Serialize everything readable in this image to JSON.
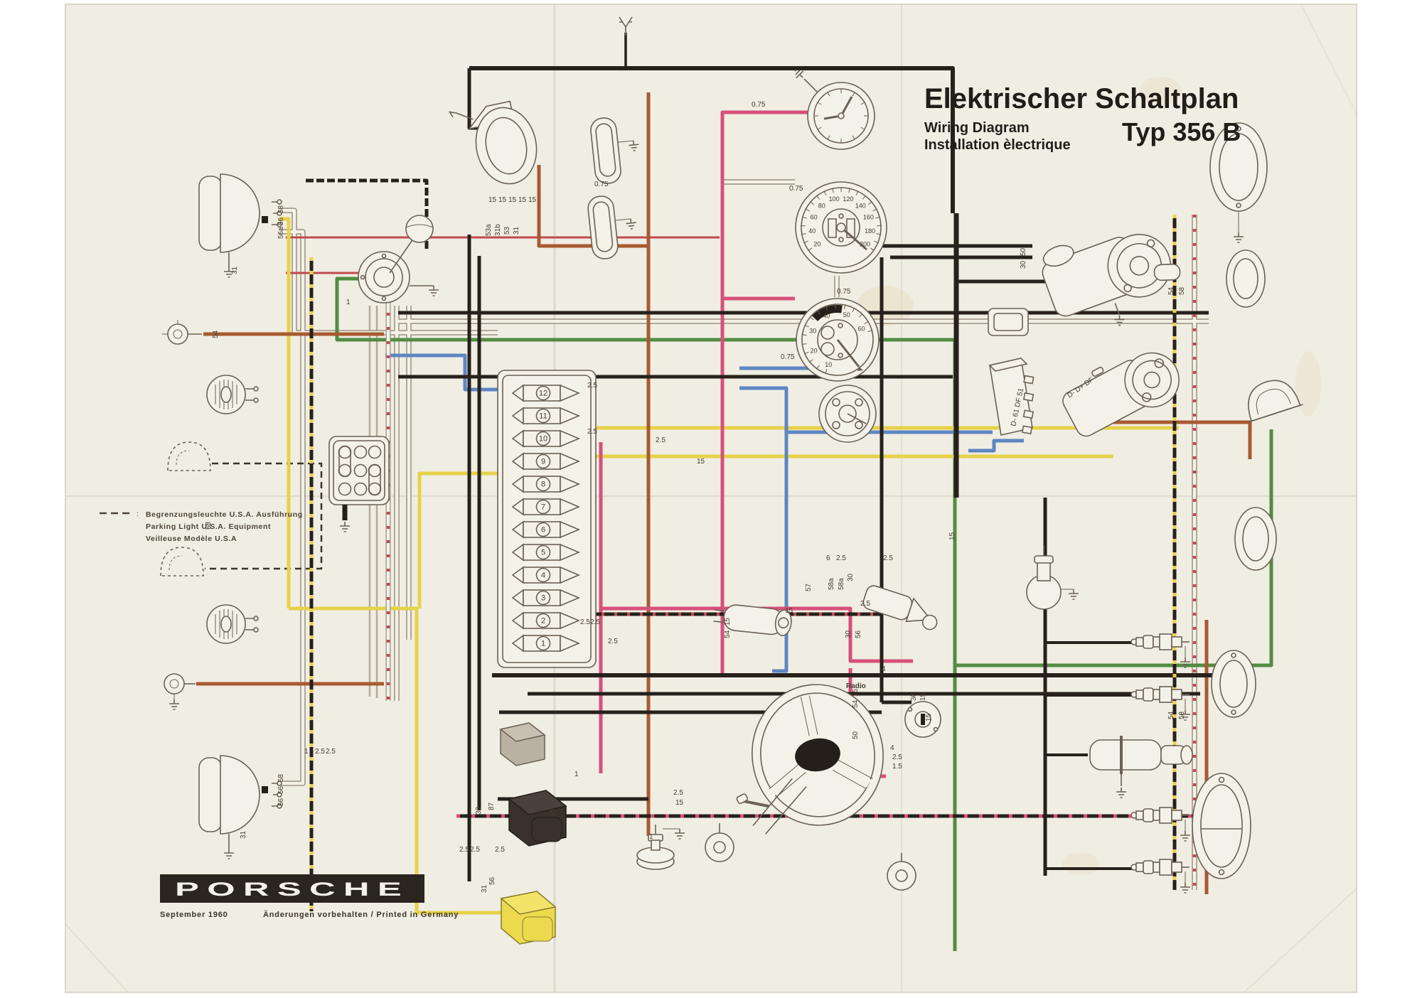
{
  "title": {
    "main": "Elektrischer Schaltplan",
    "sub1": "Wiring Diagram",
    "sub2": "Installation èlectrique",
    "type": "Typ 356 B"
  },
  "legend": {
    "colon": ":",
    "line1": "Begrenzungsleuchte U.S.A. Ausführung",
    "line2": "Parking Light U.S.A. Equipment",
    "line3": "Veilleuse Modèle U.S.A"
  },
  "footer": {
    "brand": "PORSCHE",
    "date": "September 1960",
    "note": "Änderungen vorbehalten / Printed in Germany"
  },
  "gauges": {
    "speedometer": {
      "labels": [
        "20",
        "40",
        "60",
        "80",
        "100",
        "120",
        "140",
        "160",
        "180",
        "200"
      ]
    },
    "tachometer": {
      "labels": [
        "10",
        "20",
        "30",
        "40",
        "50",
        "60"
      ]
    }
  },
  "fuse_box": {
    "numbers": [
      "1",
      "2",
      "3",
      "4",
      "5",
      "6",
      "7",
      "8",
      "9",
      "10",
      "11",
      "12"
    ]
  },
  "colors": {
    "paper": "#f0ede3",
    "wire_black": "#27211b",
    "wire_pink": "#d6517a",
    "wire_red": "#c04a50",
    "wire_yellow": "#e6d24a",
    "wire_green": "#528c43",
    "wire_blue": "#5e86c2",
    "wire_brown": "#a85a30",
    "wire_white": "#f4f1e7",
    "relay_yellow": "#ecd94e",
    "relay_black": "#39322b"
  },
  "diagram": {
    "radio_label": "Radio",
    "labels": [
      [
        "0.75",
        1057,
        150,
        0
      ],
      [
        "0.75",
        1110,
        268,
        0
      ],
      [
        "0.75",
        1177,
        413,
        0
      ],
      [
        "0.75",
        1098,
        505,
        0
      ],
      [
        "15",
        687,
        284,
        0
      ],
      [
        "15",
        701,
        284,
        0
      ],
      [
        "15",
        715,
        284,
        0
      ],
      [
        "15",
        729,
        284,
        0
      ],
      [
        "15",
        743,
        284,
        0
      ],
      [
        "53a",
        690,
        332,
        -90
      ],
      [
        "31b",
        703,
        332,
        -90
      ],
      [
        "53",
        716,
        330,
        -90
      ],
      [
        "31",
        729,
        330,
        -90
      ],
      [
        "58",
        398,
        300,
        -90
      ],
      [
        "56",
        398,
        317,
        -90
      ],
      [
        "56a",
        398,
        336,
        -90
      ],
      [
        "31",
        333,
        386,
        -90
      ],
      [
        "54",
        306,
        476,
        -90
      ],
      [
        "58",
        296,
        745,
        -90
      ],
      [
        "58",
        398,
        1100,
        -90
      ],
      [
        "56",
        398,
        1117,
        -90
      ],
      [
        "56",
        398,
        1134,
        -90
      ],
      [
        "31",
        345,
        1180,
        -90
      ],
      [
        "1",
        428,
        1060,
        0
      ],
      [
        "2.5",
        443,
        1060,
        0
      ],
      [
        "2.5",
        458,
        1060,
        0
      ],
      [
        "2.5",
        826,
        545,
        0
      ],
      [
        "2.5",
        826,
        610,
        0
      ],
      [
        "2.5",
        816,
        878,
        0
      ],
      [
        "2.5",
        830,
        878,
        0
      ],
      [
        "2.5",
        855,
        905,
        0
      ],
      [
        "15",
        980,
        652,
        0
      ],
      [
        "1",
        487,
        428,
        0
      ],
      [
        "57",
        1140,
        832,
        -90
      ],
      [
        "58a",
        1172,
        830,
        -90
      ],
      [
        "58a",
        1186,
        830,
        -90
      ],
      [
        "30",
        1199,
        818,
        -90
      ],
      [
        "2.5",
        1210,
        852,
        0
      ],
      [
        "15",
        1104,
        862,
        0
      ],
      [
        "6",
        1162,
        788,
        0
      ],
      [
        "2.5",
        1176,
        788,
        0
      ],
      [
        "2.5",
        1242,
        788,
        0
      ],
      [
        "15",
        1026,
        880,
        -90
      ],
      [
        "54",
        1026,
        898,
        -90
      ],
      [
        "30",
        1196,
        898,
        -90
      ],
      [
        "56",
        1210,
        898,
        -90
      ],
      [
        "4",
        1240,
        944,
        0
      ],
      [
        "15",
        1206,
        980,
        -90
      ],
      [
        "54",
        1206,
        996,
        -90
      ],
      [
        "50",
        1206,
        1040,
        -90
      ],
      [
        "30",
        1288,
        986,
        -90
      ],
      [
        "15",
        1301,
        986,
        -90
      ],
      [
        "15",
        1309,
        1015,
        -90
      ],
      [
        "4",
        1252,
        1055,
        0
      ],
      [
        "2.5",
        1255,
        1068,
        0
      ],
      [
        "1.5",
        1255,
        1081,
        0
      ],
      [
        "30",
        676,
        1146,
        -90
      ],
      [
        "87",
        694,
        1140,
        -90
      ],
      [
        "86",
        779,
        1147,
        -90
      ],
      [
        "2.5",
        646,
        1198,
        0
      ],
      [
        "2.5",
        661,
        1198,
        0
      ],
      [
        "2.5",
        696,
        1198,
        0
      ],
      [
        "56",
        695,
        1245,
        -90
      ],
      [
        "31",
        684,
        1256,
        -90
      ],
      [
        "1",
        808,
        1092,
        0
      ],
      [
        "1",
        913,
        1180,
        0
      ],
      [
        "15",
        950,
        1132,
        0
      ],
      [
        "2.5",
        947,
        1118,
        0
      ],
      [
        "50",
        1442,
        360,
        -90
      ],
      [
        "30",
        1442,
        378,
        -90
      ],
      [
        "54",
        1650,
        415,
        -90
      ],
      [
        "58",
        1665,
        415,
        -90
      ],
      [
        "54",
        1650,
        1012,
        -90
      ],
      [
        "58",
        1665,
        1012,
        -90
      ],
      [
        "D- 61 DF 51",
        1428,
        600,
        -78,
        9
      ],
      [
        "D-  D+  DF",
        1504,
        560,
        -35,
        9
      ],
      [
        "0.75",
        836,
        262,
        0
      ],
      [
        "2.5",
        922,
        622,
        0
      ],
      [
        "15",
        1342,
        760,
        -90
      ],
      [
        ":",
        192,
        726,
        0
      ]
    ]
  }
}
